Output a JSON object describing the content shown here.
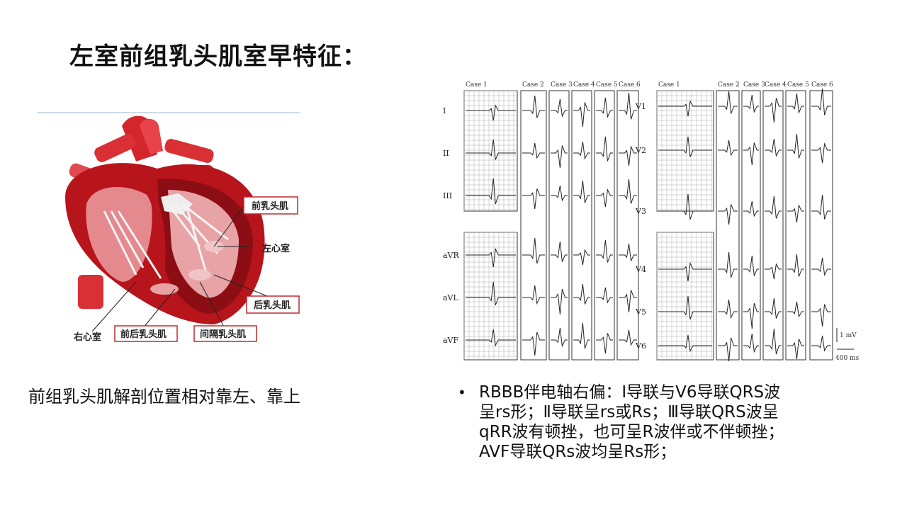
{
  "title": "左室前组乳头肌室早特征：",
  "left_caption": "前组乳头肌解剖位置相对靠左、靠上",
  "heart_labels": {
    "anterior_papillary": "前乳头肌",
    "left_ventricle": "左心室",
    "posterior_papillary": "后乳头肌",
    "right_ventricle": "右心室",
    "anteroposterior_papillary": "前后乳头肌",
    "septal_papillary": "间隔乳头肌"
  },
  "ecg": {
    "case_labels_left": [
      "Case 1",
      "Case 2",
      "Case 3",
      "Case 4",
      "Case 5",
      "Case 6"
    ],
    "case_labels_right": [
      "Case 1",
      "Case 2",
      "Case 3",
      "Case 4",
      "Case 5",
      "Case 6"
    ],
    "leads_left": [
      "I",
      "II",
      "III",
      "aVR",
      "aVL",
      "aVF"
    ],
    "leads_right": [
      "V1",
      "V2",
      "V3",
      "V4",
      "V5",
      "V6"
    ],
    "scale_mv": "1 mV",
    "scale_ms": "400 ms"
  },
  "bullet": {
    "lines": [
      "RBBB伴电轴右偏：Ⅰ导联与V6导联QRS波",
      "呈rs形；Ⅱ导联呈rs或Rs；Ⅲ导联QRS波呈",
      "qRR波有顿挫，也可呈R波伴或不伴顿挫；",
      "AVF导联QRs波均呈Rs形；"
    ]
  }
}
